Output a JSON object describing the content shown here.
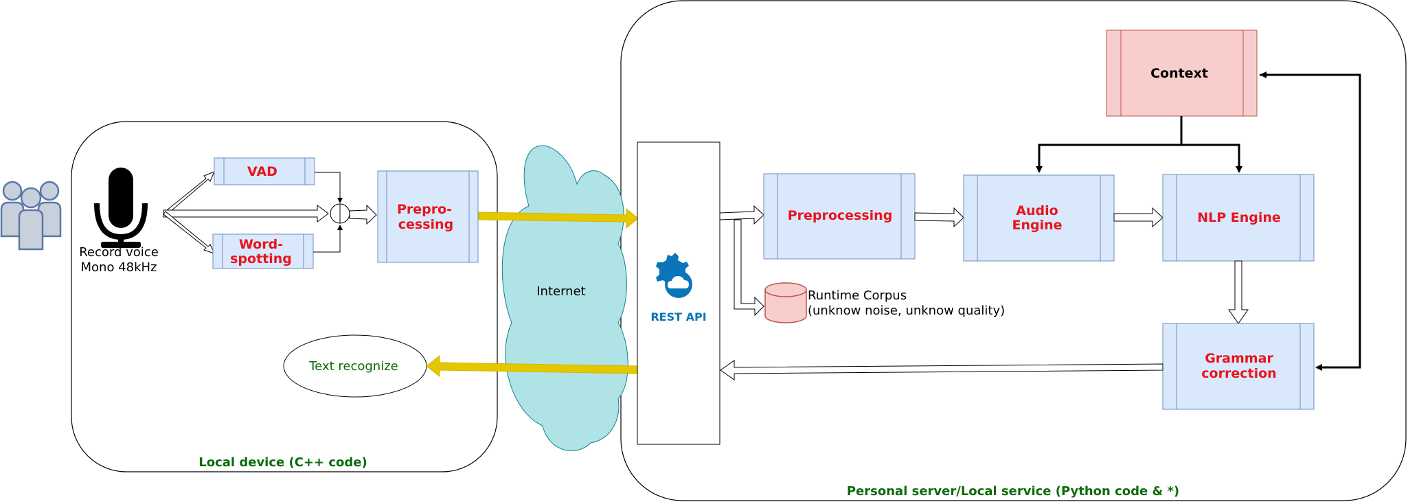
{
  "users_icon": "user-group-icon",
  "mic_icon": "microphone-icon",
  "cloud_icon": "cloud-gear-icon",
  "local_device": {
    "record_voice_line1": "Record voice",
    "record_voice_line2": "Mono 48kHz",
    "vad": "VAD",
    "wordspotting_line1": "Word-",
    "wordspotting_line2": "spotting",
    "prepro_line1": "Prepro-",
    "prepro_line2": "cessing",
    "text_recognize": "Text recognize",
    "caption": "Local device (C++ code)"
  },
  "internet": "Internet",
  "server": {
    "rest_api": "REST API",
    "preprocessing": "Preprocessing",
    "audio_engine_line1": "Audio",
    "audio_engine_line2": "Engine",
    "nlp_engine": "NLP Engine",
    "context": "Context",
    "grammar_line1": "Grammar",
    "grammar_line2": "correction",
    "corpus_line1": "Runtime Corpus",
    "corpus_line2": "(unknow noise, unknow quality)",
    "caption": "Personal server/Local service (Python code & *)"
  },
  "colors": {
    "process_fill": "#dae8fc",
    "process_stroke": "#6c8ebf",
    "context_fill": "#f8cecc",
    "context_stroke": "#b85450",
    "cloud_fill": "#b0e3e6",
    "cloud_stroke": "#0e8088",
    "flow_arrow": "#e3c800",
    "label_red": "#e8141c",
    "caption_green": "#0a6b0a",
    "rest_blue": "#0a75b8"
  }
}
